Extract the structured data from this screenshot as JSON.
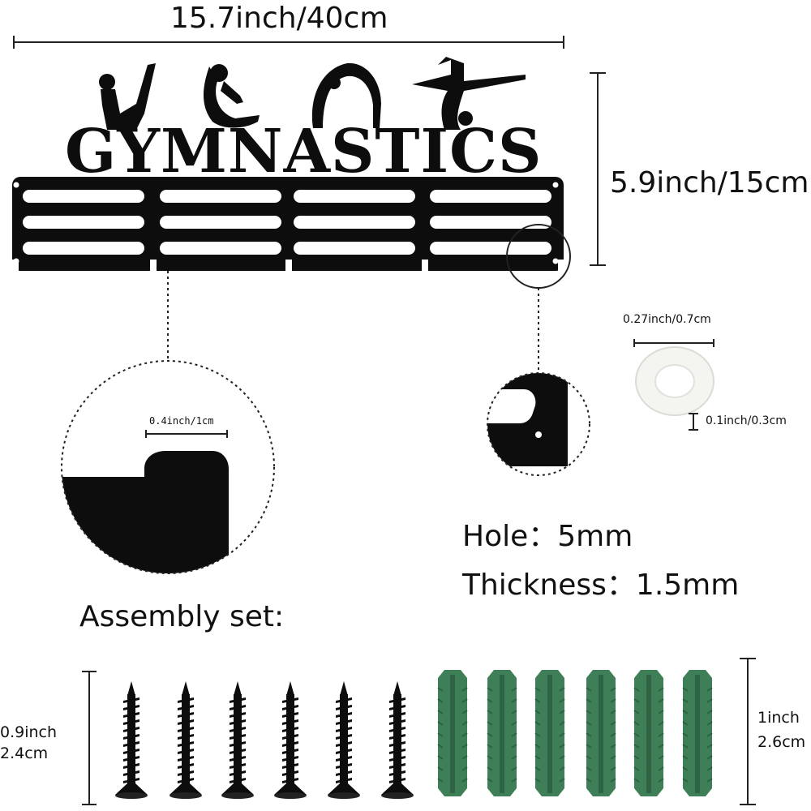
{
  "brand_word": "GYMNASTICS",
  "dimensions": {
    "width": "15.7inch/40cm",
    "height": "5.9inch/15cm",
    "slot": "0.4inch/1cm",
    "spacer_diameter": "0.27inch/0.7cm",
    "spacer_thickness": "0.1inch/0.3cm",
    "screw_length_line1": "0.9inch",
    "screw_length_line2": "2.4cm",
    "anchor_length_line1": "1inch",
    "anchor_length_line2": "2.6cm"
  },
  "specs": {
    "hole": "Hole：5mm",
    "thickness": "Thickness：1.5mm"
  },
  "assembly_label": "Assembly set:",
  "counts": {
    "screws": 6,
    "anchors": 6,
    "spacers": 1
  },
  "colors": {
    "metal": "#0d0d0d",
    "anchor": "#3f7f58",
    "anchor_dark": "#2e6445",
    "spacer": "#f4f4f0"
  }
}
